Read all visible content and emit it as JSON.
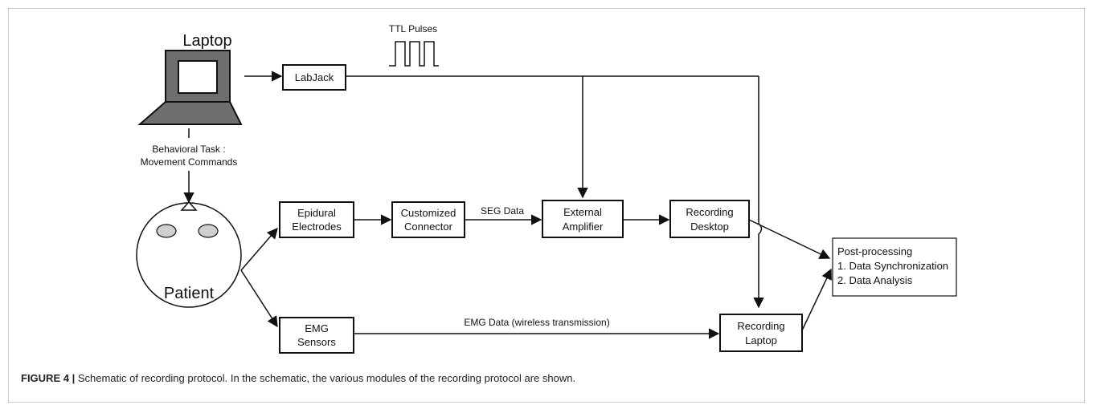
{
  "laptop": {
    "label": "Laptop"
  },
  "labjack": {
    "label": "LabJack"
  },
  "ttl": {
    "label": "TTL Pulses"
  },
  "behavioral": {
    "line1": "Behavioral Task :",
    "line2": "Movement Commands"
  },
  "patient": {
    "label": "Patient"
  },
  "epidural": {
    "line1": "Epidural",
    "line2": "Electrodes"
  },
  "connector": {
    "line1": "Customized",
    "line2": "Connector"
  },
  "seg": {
    "label": "SEG Data"
  },
  "amplifier": {
    "line1": "External",
    "line2": "Amplifier"
  },
  "desktop": {
    "line1": "Recording",
    "line2": "Desktop"
  },
  "emg_sensors": {
    "line1": "EMG",
    "line2": "Sensors"
  },
  "emg_data": {
    "label": "EMG Data (wireless transmission)"
  },
  "rec_laptop": {
    "line1": "Recording",
    "line2": "Laptop"
  },
  "post": {
    "line1": "Post-processing",
    "line2": "1. Data Synchronization",
    "line3": "2. Data Analysis"
  },
  "caption": {
    "lead": "FIGURE 4 |",
    "text": " Schematic of recording protocol. In the schematic, the various modules of the recording protocol are shown."
  },
  "colors": {
    "laptop_fill": "#6e6e6e",
    "line": "#111111",
    "electrode": "#cfcfcf"
  }
}
